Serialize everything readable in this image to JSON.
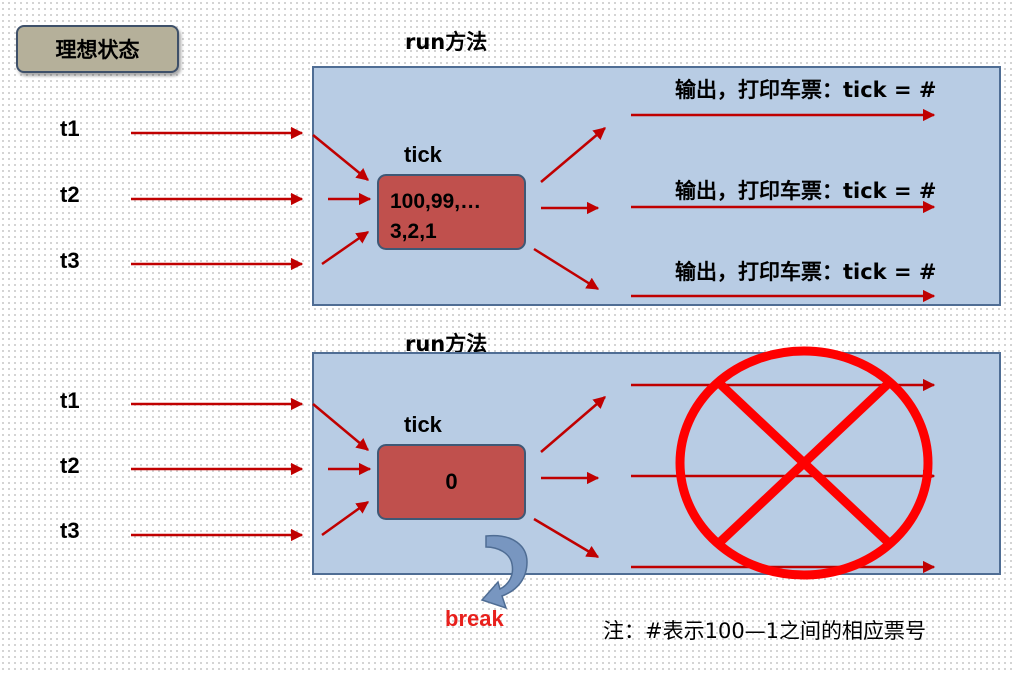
{
  "state_label": "理想状态",
  "top_diagram": {
    "run_title": "run方法",
    "threads": [
      "t1",
      "t2",
      "t3"
    ],
    "tick_label": "tick",
    "tick_values_line1": "100,99,…",
    "tick_values_line2": "3,2,1",
    "outputs": [
      "输出，打印车票：tick = #",
      "输出，打印车票：tick = #",
      "输出，打印车票：tick = #"
    ]
  },
  "bottom_diagram": {
    "run_title": "run方法",
    "threads": [
      "t1",
      "t2",
      "t3"
    ],
    "tick_label": "tick",
    "tick_value": "0",
    "break_label": "break"
  },
  "note": "注：#表示100—1之间的相应票号",
  "colors": {
    "arrow": "#c00000",
    "panel_fill": "#b8cce4",
    "tick_box_fill": "#c0504d",
    "cross": "#ff0000",
    "break_text": "#e8201c",
    "curved_arrow": "#7896c0"
  }
}
